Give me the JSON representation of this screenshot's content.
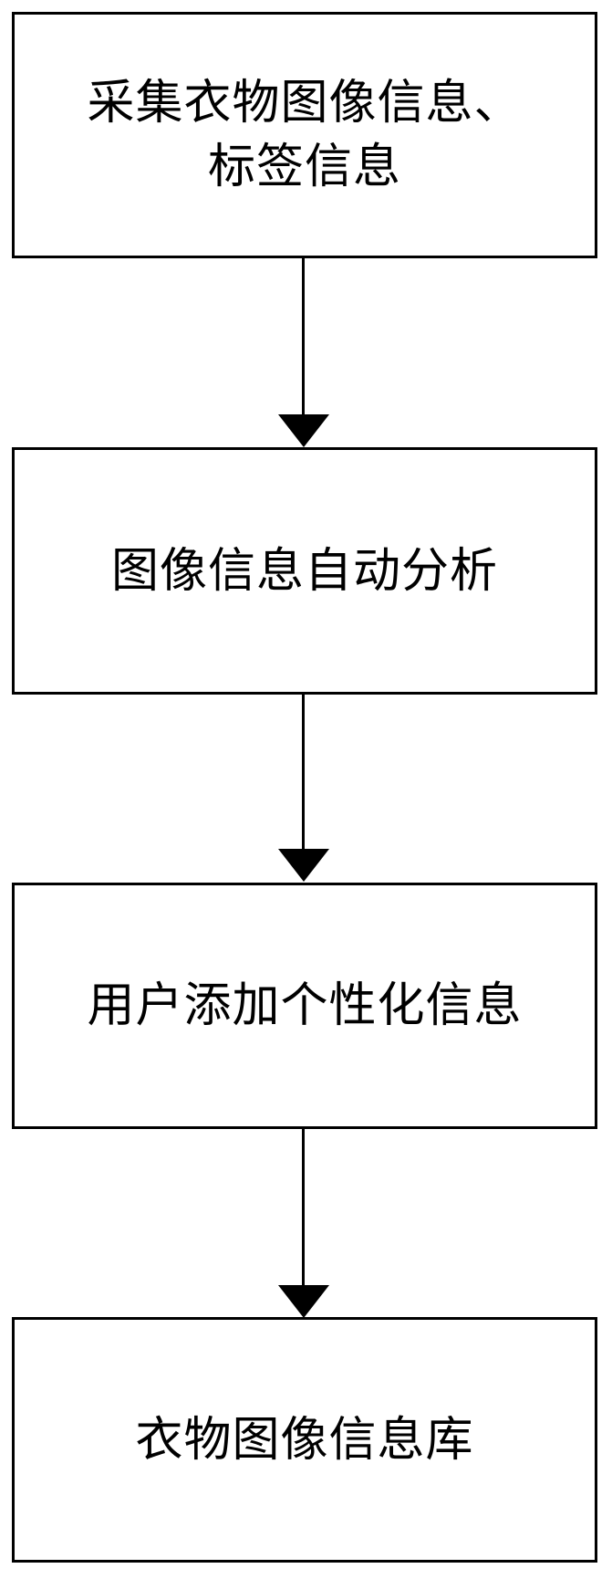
{
  "diagram": {
    "title": "",
    "type": "flowchart",
    "orientation": "vertical",
    "background_color": "#ffffff",
    "stroke_color": "#000000",
    "text_color": "#000000",
    "nodes": [
      {
        "id": "n1",
        "label": "采集衣物图像信息、标签信息",
        "shape": "rectangle"
      },
      {
        "id": "n2",
        "label": "图像信息自动分析",
        "shape": "rectangle"
      },
      {
        "id": "n3",
        "label": "用户添加个性化信息",
        "shape": "rectangle"
      },
      {
        "id": "n4",
        "label": "衣物图像信息库",
        "shape": "rectangle"
      }
    ],
    "edges": [
      {
        "from": "n1",
        "to": "n2",
        "label": "",
        "arrow": "filled-triangle-down"
      },
      {
        "from": "n2",
        "to": "n3",
        "label": "",
        "arrow": "filled-triangle-down"
      },
      {
        "from": "n3",
        "to": "n4",
        "label": "",
        "arrow": "filled-triangle-down"
      }
    ]
  }
}
